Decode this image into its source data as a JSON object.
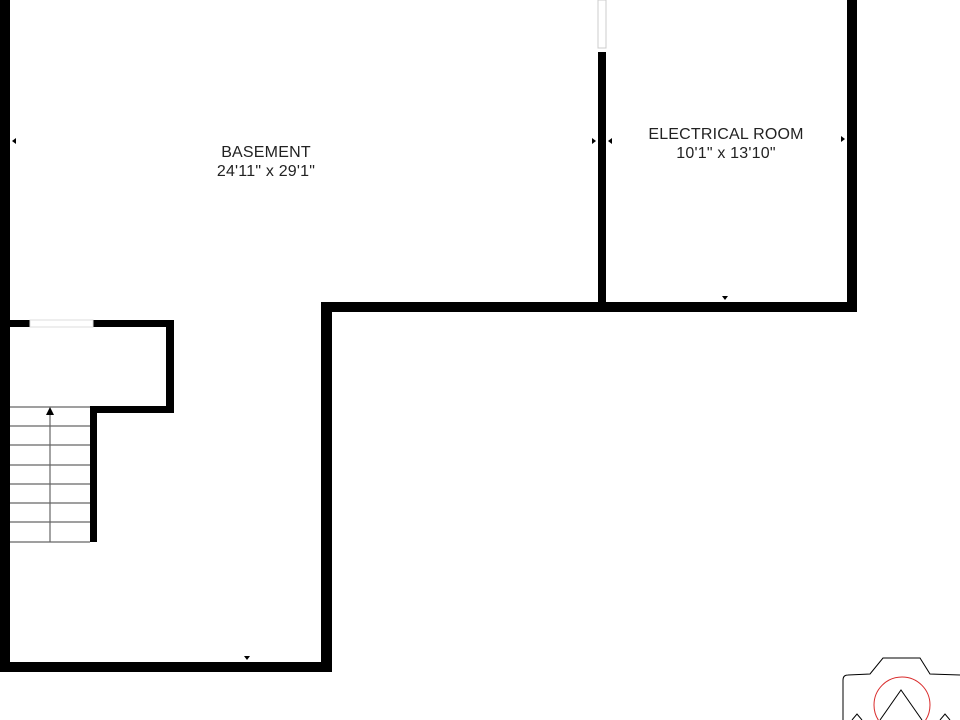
{
  "rooms": [
    {
      "name": "BASEMENT",
      "dimensions": "24'11\" x 29'1\""
    },
    {
      "name": "ELECTRICAL ROOM",
      "dimensions": "10'1\" x 13'10\""
    }
  ],
  "colors": {
    "wall": "#000000",
    "logo_accent": "#d92b2b",
    "stairs": "#666666"
  },
  "stairs": {
    "treads": 7,
    "direction": "up"
  },
  "icons": [
    "camera-logo-icon",
    "stairs-arrow-icon",
    "dimension-marker-icon"
  ]
}
